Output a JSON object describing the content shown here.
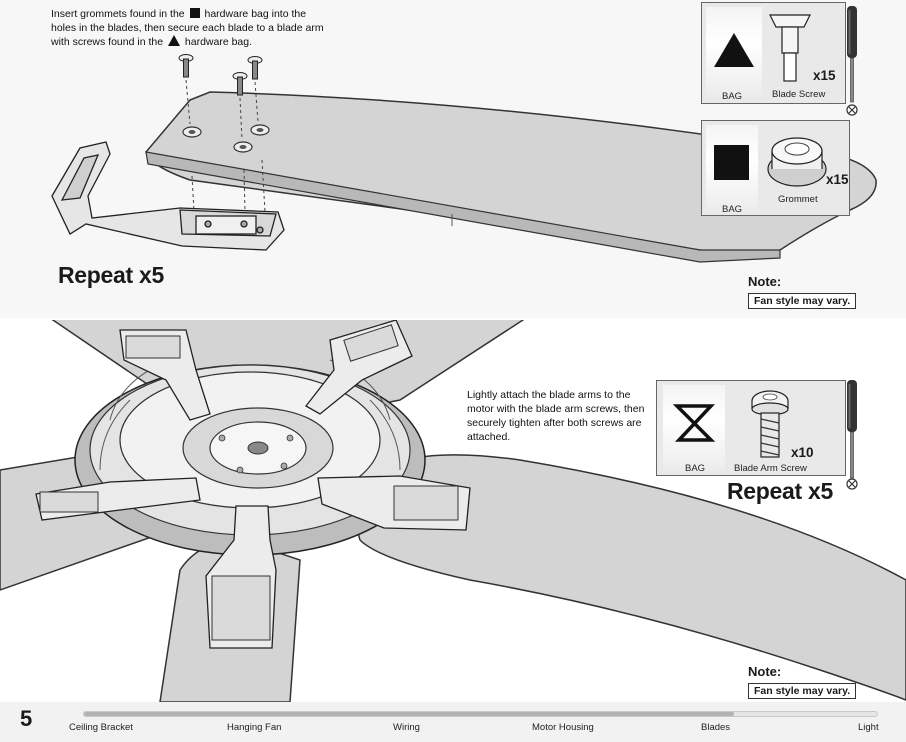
{
  "top_panel": {
    "instruction": {
      "part1": "Insert grommets found in the",
      "part2": "hardware bag into the holes in the blades, then secure each blade to a blade arm with screws found in the",
      "part3": "hardware bag."
    },
    "repeat": "Repeat x5",
    "note_label": "Note:",
    "note_text": "Fan style may vary.",
    "hardware": [
      {
        "bag_label": "BAG",
        "symbol": "triangle",
        "part": "Blade Screw",
        "count": "x15"
      },
      {
        "bag_label": "BAG",
        "symbol": "square",
        "part": "Grommet",
        "count": "x15"
      }
    ]
  },
  "bottom_panel": {
    "instruction": "Lightly attach the blade arms to the motor with the blade arm screws, then securely tighten after both screws are attached.",
    "repeat": "Repeat x5",
    "note_label": "Note:",
    "note_text": "Fan style may vary.",
    "hardware": {
      "bag_label": "BAG",
      "symbol": "hourglass",
      "part": "Blade Arm Screw",
      "count": "x10"
    }
  },
  "footer": {
    "page_number": "5",
    "progress": 0.82,
    "steps": [
      "Ceiling Bracket",
      "Hanging Fan",
      "Wiring",
      "Motor Housing",
      "Blades",
      "Light"
    ]
  },
  "icons": {
    "screwdriver": "screwdriver-icon",
    "blade_screw": "blade-screw-icon",
    "grommet": "grommet-icon",
    "blade_arm_screw": "blade-arm-screw-icon"
  },
  "colors": {
    "blade_fill": "#d4d4d4",
    "blade_stroke": "#333333",
    "panel_bg": "#f7f7f7",
    "progress_fill": "#b3b3b3"
  }
}
